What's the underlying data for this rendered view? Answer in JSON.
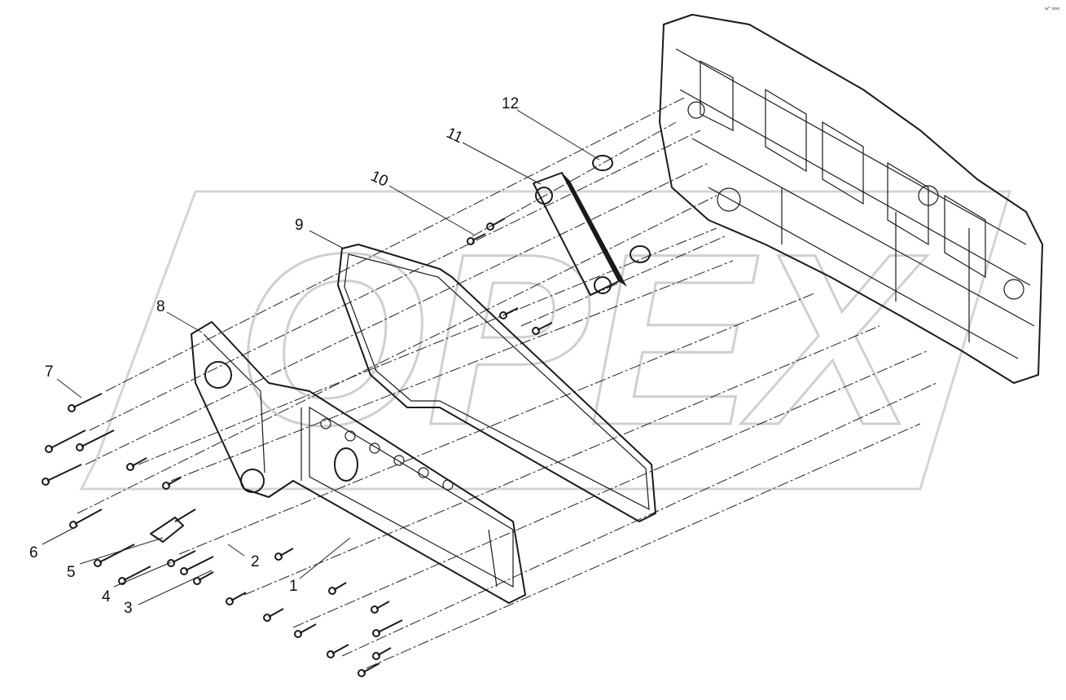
{
  "diagram": {
    "corner_mark": "a/\" ooo",
    "watermark": "OPEX",
    "callouts": [
      "1",
      "2",
      "3",
      "4",
      "5",
      "6",
      "7",
      "8",
      "9",
      "10",
      "11",
      "12"
    ]
  }
}
